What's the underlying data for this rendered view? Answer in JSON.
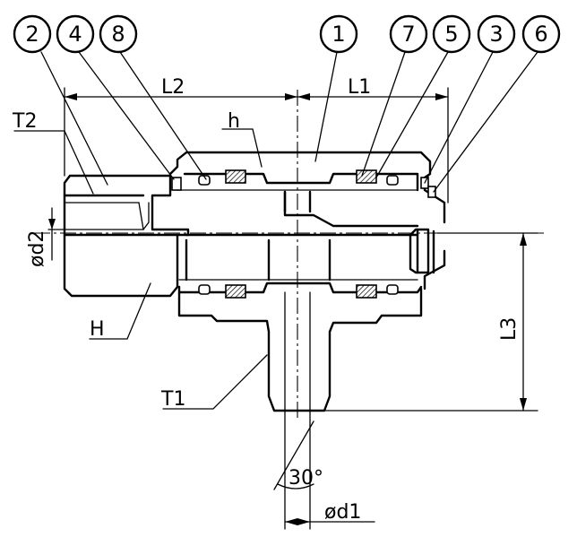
{
  "balloons": [
    {
      "id": "balloon-2",
      "label": "2"
    },
    {
      "id": "balloon-4",
      "label": "4"
    },
    {
      "id": "balloon-8",
      "label": "8"
    },
    {
      "id": "balloon-1",
      "label": "1"
    },
    {
      "id": "balloon-7",
      "label": "7"
    },
    {
      "id": "balloon-5",
      "label": "5"
    },
    {
      "id": "balloon-3",
      "label": "3"
    },
    {
      "id": "balloon-6",
      "label": "6"
    }
  ],
  "dimensions": {
    "L1": "L1",
    "L2": "L2",
    "L3": "L3",
    "T1": "T1",
    "T2": "T2",
    "d1": "ød1",
    "d2": "ød2",
    "h": "h",
    "H": "H",
    "angle": "30°"
  },
  "colors": {
    "ink": "#000000",
    "paper": "#ffffff"
  }
}
